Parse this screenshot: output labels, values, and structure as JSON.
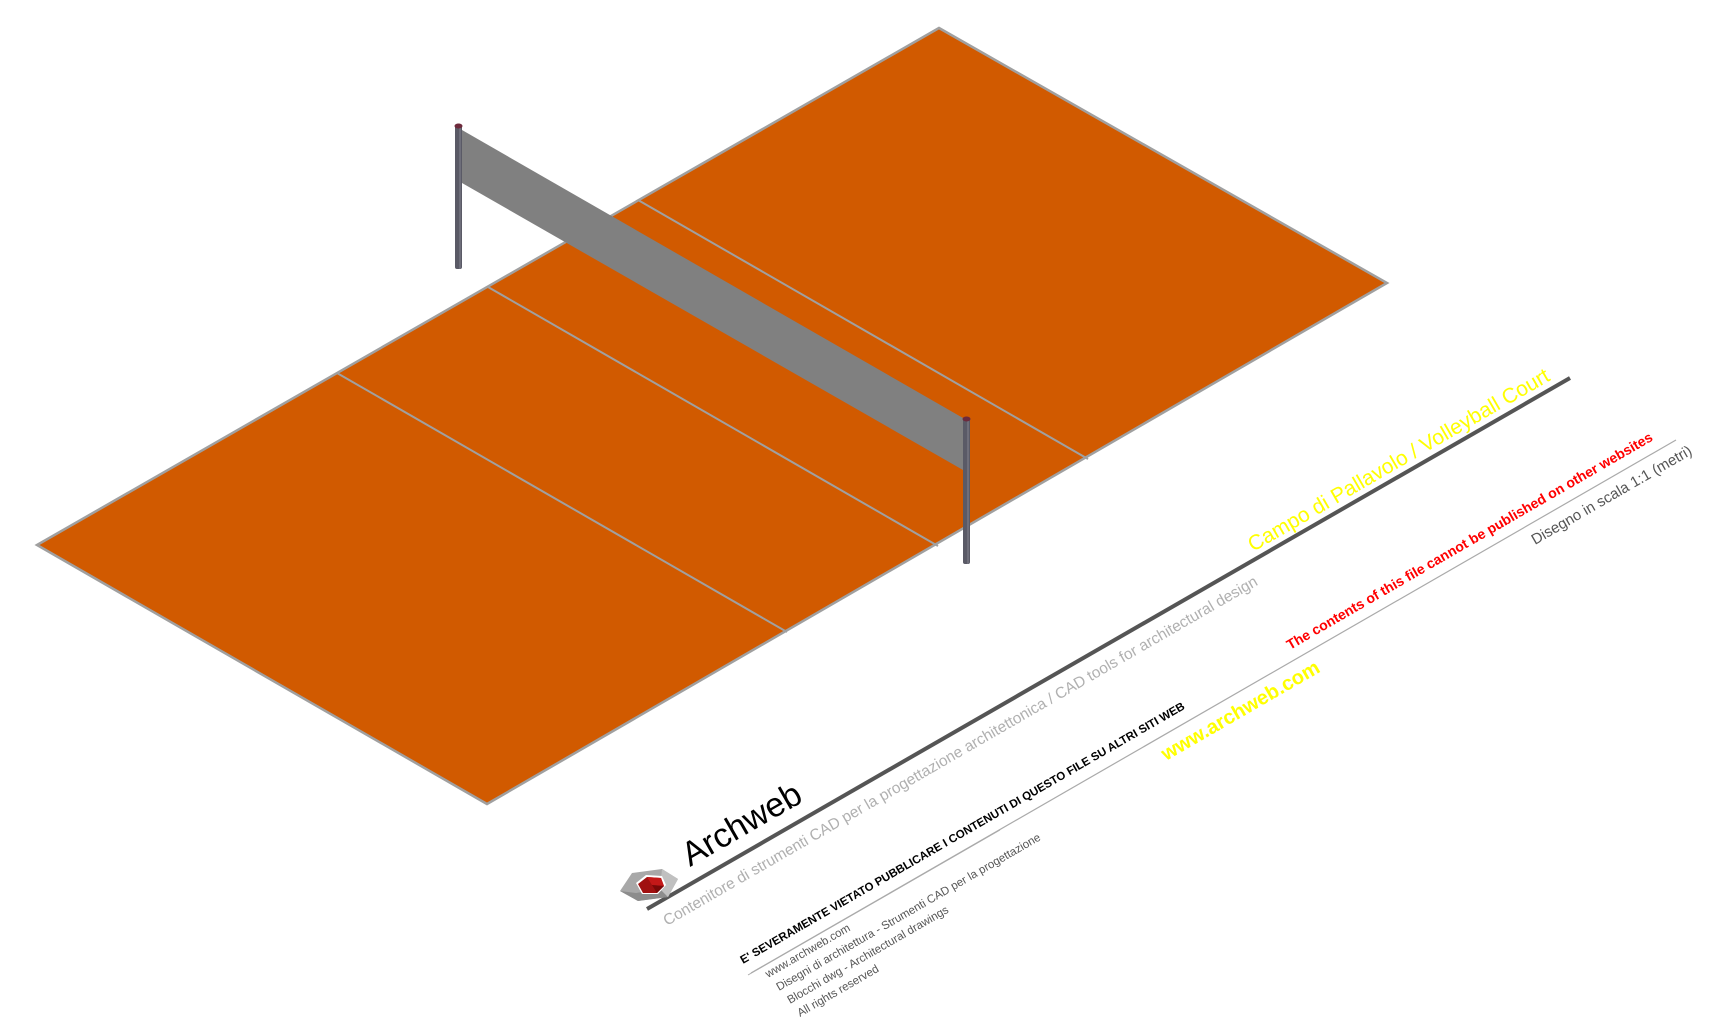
{
  "drawing": {
    "title": "Campo di Pallavolo  /  Volleyball Court",
    "brand": "Archweb",
    "tagline": "Contenitore di strumenti CAD per la progettazione architettonica  /  CAD tools for architectural design",
    "warning_it": "E' SEVERAMENTE VIETATO PUBBLICARE I CONTENUTI DI QUESTO FILE SU ALTRI SITI WEB",
    "warning_en": "The contents of this file cannot be published on other websites",
    "website": "www.archweb.com",
    "scale_note": "Disegno in scala 1:1 (metri)",
    "credits": [
      "www.archweb.com",
      "Disegni di architettura - Strumenti CAD  per la progettazione",
      "Blocchi dwg - Architectural drawings",
      "All rights reserved"
    ]
  },
  "colors": {
    "court": "#D15A00",
    "court_line": "#A0A0A0",
    "net": "#808080",
    "post": "#5A5A66",
    "post_cap": "#6E2A3C",
    "title_yellow": "#FFFF00",
    "warning_red": "#FF0000",
    "tagline_grey": "#B0B0B0",
    "rule_dark": "#555555",
    "logo_red": "#A01010",
    "logo_grey": "#A8A8A8"
  }
}
